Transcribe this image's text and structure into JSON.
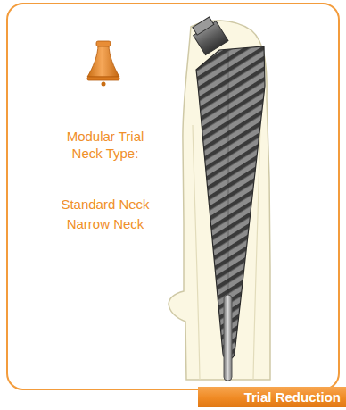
{
  "diagram": {
    "nodes": [
      {
        "text": [
          "Trial Reduction"
        ]
      }
    ],
    "labels": [
      "Modular Trial Neck Type:",
      "Standard Neck",
      "Narrow Neck"
    ]
  }
}
